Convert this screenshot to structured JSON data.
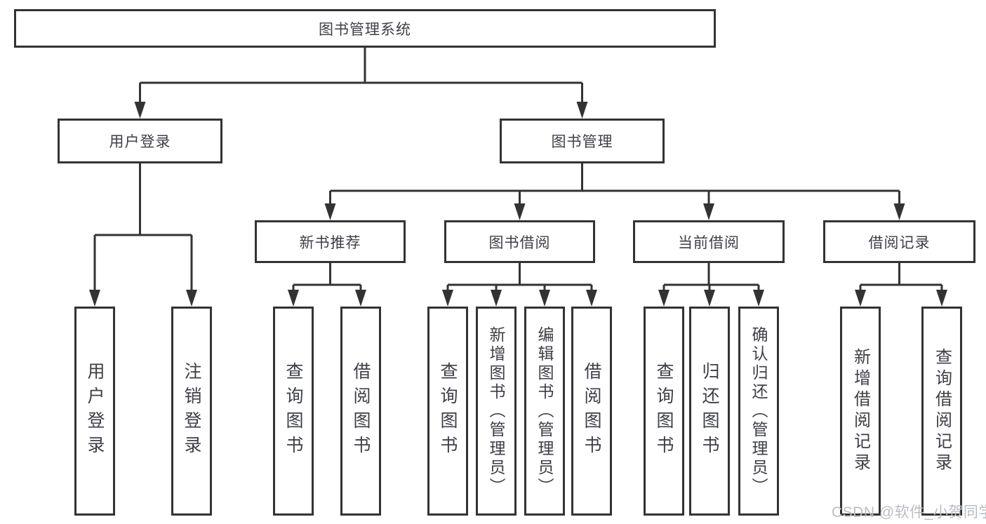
{
  "diagram": {
    "tree": {
      "label": "图书管理系统",
      "children": [
        {
          "label": "用户登录",
          "children": [
            {
              "label": "用户登录"
            },
            {
              "label": "注销登录"
            }
          ]
        },
        {
          "label": "图书管理",
          "children": [
            {
              "label": "新书推荐",
              "children": [
                {
                  "label": "查询图书"
                },
                {
                  "label": "借阅图书"
                }
              ]
            },
            {
              "label": "图书借阅",
              "children": [
                {
                  "label": "查询图书"
                },
                {
                  "label": "新增图书（管理员）"
                },
                {
                  "label": "编辑图书（管理员）"
                },
                {
                  "label": "借阅图书"
                }
              ]
            },
            {
              "label": "当前借阅",
              "children": [
                {
                  "label": "查询图书"
                },
                {
                  "label": "归还图书"
                },
                {
                  "label": "确认归还（管理员）"
                }
              ]
            },
            {
              "label": "借阅记录",
              "children": [
                {
                  "label": "新增借阅记录"
                },
                {
                  "label": "查询借阅记录"
                }
              ]
            }
          ]
        }
      ]
    },
    "colors": {
      "line": "#333333",
      "text": "#3d3f45",
      "box_fill": "#ffffff",
      "watermark": "#b9bdc2"
    }
  },
  "watermark": "CSDN @软件_小贺同学"
}
